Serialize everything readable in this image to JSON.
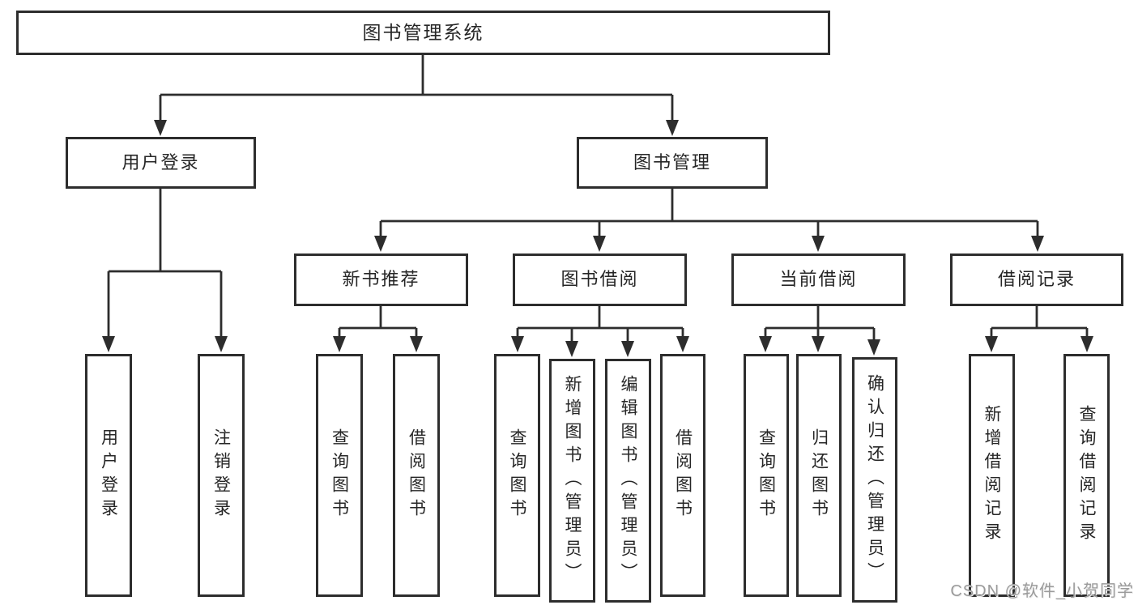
{
  "diagram": {
    "root": "图书管理系统",
    "branches": [
      {
        "label": "用户登录",
        "children": [
          "用户登录",
          "注销登录"
        ]
      },
      {
        "label": "图书管理",
        "children": [
          {
            "label": "新书推荐",
            "children": [
              "查询图书",
              "借阅图书"
            ]
          },
          {
            "label": "图书借阅",
            "children": [
              "查询图书",
              "新增图书（管理员）",
              "编辑图书（管理员）",
              "借阅图书"
            ]
          },
          {
            "label": "当前借阅",
            "children": [
              "查询图书",
              "归还图书",
              "确认归还（管理员）"
            ]
          },
          {
            "label": "借阅记录",
            "children": [
              "新增借阅记录",
              "查询借阅记录"
            ]
          }
        ]
      }
    ]
  },
  "watermark": "CSDN @软件_小贺同学",
  "colors": {
    "line": "#2d2d2d",
    "box_border": "#2d2d2d",
    "text": "#262626",
    "background": "#ffffff",
    "watermark": "#9b9b9b"
  }
}
